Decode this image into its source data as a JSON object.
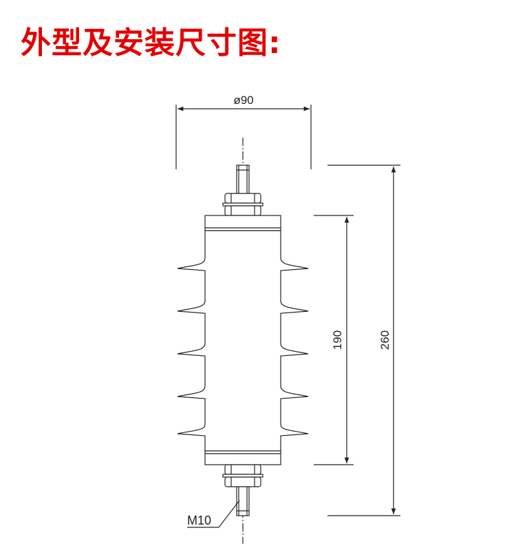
{
  "title": "外型及安装尺寸图:",
  "dimensions": {
    "diameter": "ø90",
    "body_height": "190",
    "total_height": "260",
    "thread": "M10"
  },
  "colors": {
    "title": "#e50000",
    "line": "#222222"
  }
}
